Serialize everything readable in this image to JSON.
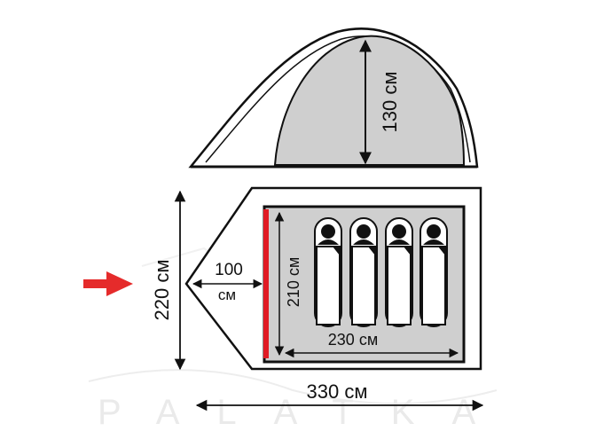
{
  "labels": {
    "height": "130 см",
    "total_width": "220 см",
    "vestibule_depth_value": "100",
    "vestibule_depth_unit": "см",
    "inner_width": "210 см",
    "inner_length": "230 см",
    "total_length": "330 см"
  },
  "watermark": "PALATKA",
  "colors": {
    "outline": "#111111",
    "inner_fill": "#cfcfcf",
    "door_accent": "#e01b24",
    "arrow": "#e52b2b",
    "watermark": "#e6e6e6"
  },
  "sleeping_places": 4
}
